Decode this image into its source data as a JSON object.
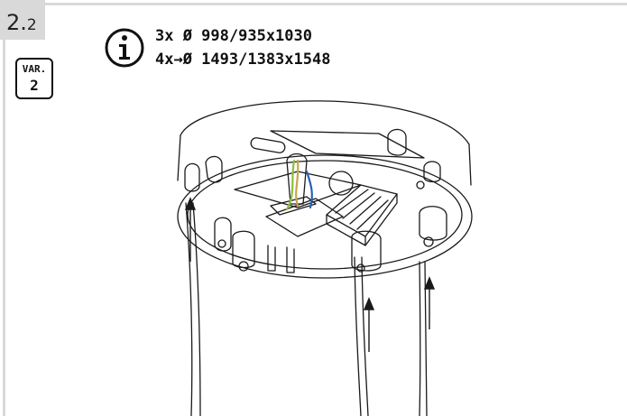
{
  "step": {
    "major": "2.",
    "minor": "2"
  },
  "variant": {
    "label": "VAR.",
    "value": "2"
  },
  "info": {
    "icon": "info-icon",
    "line1": "3x Ø 998/935x1030",
    "line2": "4x→Ø 1493/1383x1548"
  },
  "illustration": {
    "subject": "cable-box-base-with-cables-inserted",
    "stroke_color": "#1a1a1a",
    "cable_colors": [
      "#2b5fb5",
      "#8cbf3f",
      "#c8a34a"
    ]
  }
}
